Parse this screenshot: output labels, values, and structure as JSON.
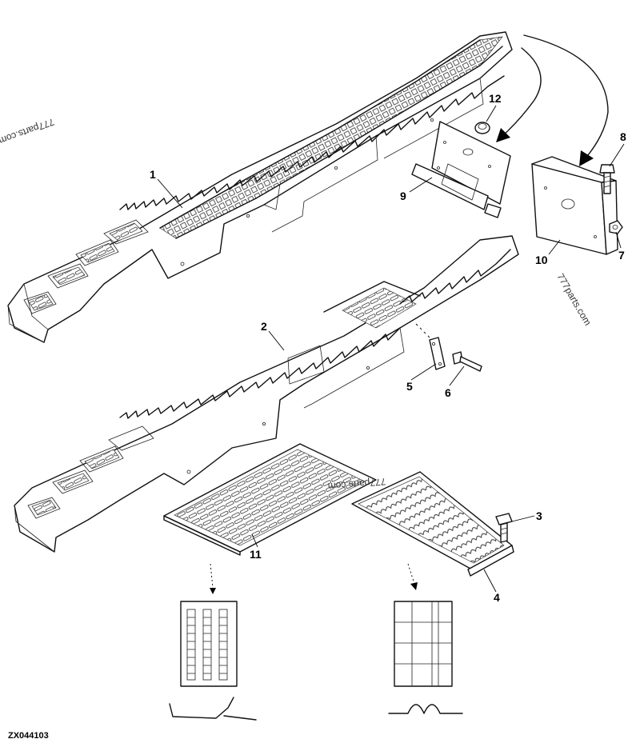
{
  "callouts": {
    "c1": "1",
    "c2": "2",
    "c3": "3",
    "c4": "4",
    "c5": "5",
    "c6": "6",
    "c7": "7",
    "c8": "8",
    "c9": "9",
    "c10": "10",
    "c11": "11",
    "c12": "12"
  },
  "watermarks": {
    "wm1": "777parts.com",
    "wm2": "777parts.com",
    "wm3": "777parts.com"
  },
  "figure_id": "ZX044103"
}
